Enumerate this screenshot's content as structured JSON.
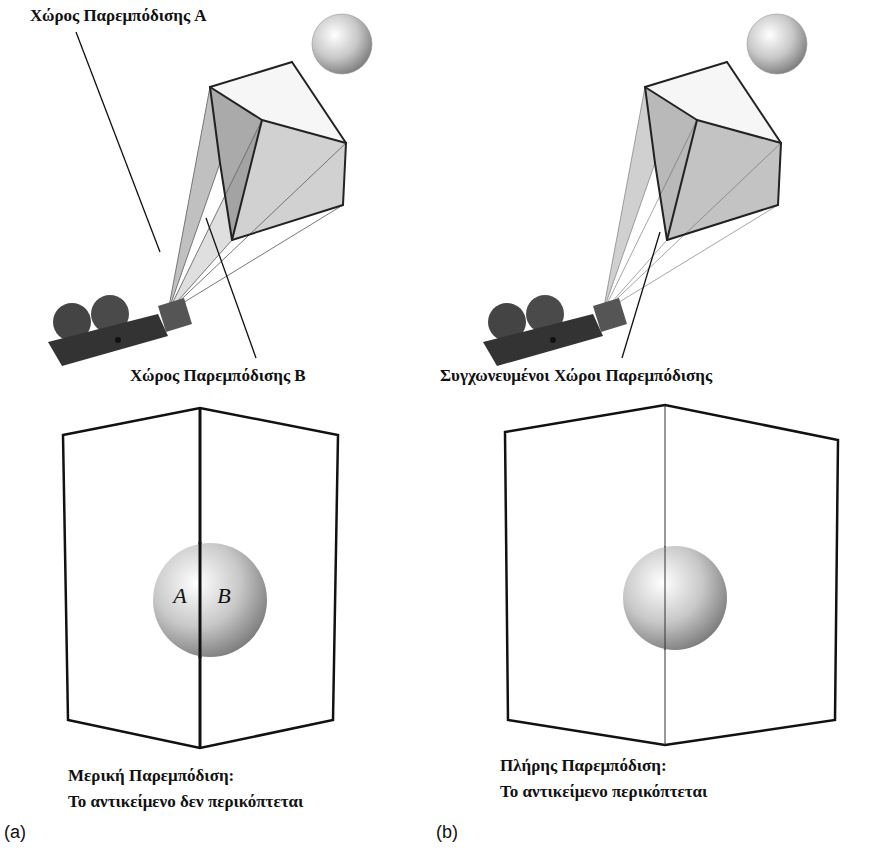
{
  "diagram": {
    "nodes": [
      {
        "text": [
          "A",
          "B"
        ]
      }
    ],
    "labels": [
      "Χώρος Παρεμπόδισης A",
      "Χώρος Παρεμπόδισης B",
      "Συγχωνευμένοι Χώροι Παρεμπόδισης",
      "Μερική Παρεμπόδιση:",
      "Το αντικείμενο δεν περικόπτεται",
      "(a)",
      "Πλήρης Παρεμπόδιση:",
      "Το αντικείμενο περικόπτεται",
      "(b)"
    ]
  }
}
